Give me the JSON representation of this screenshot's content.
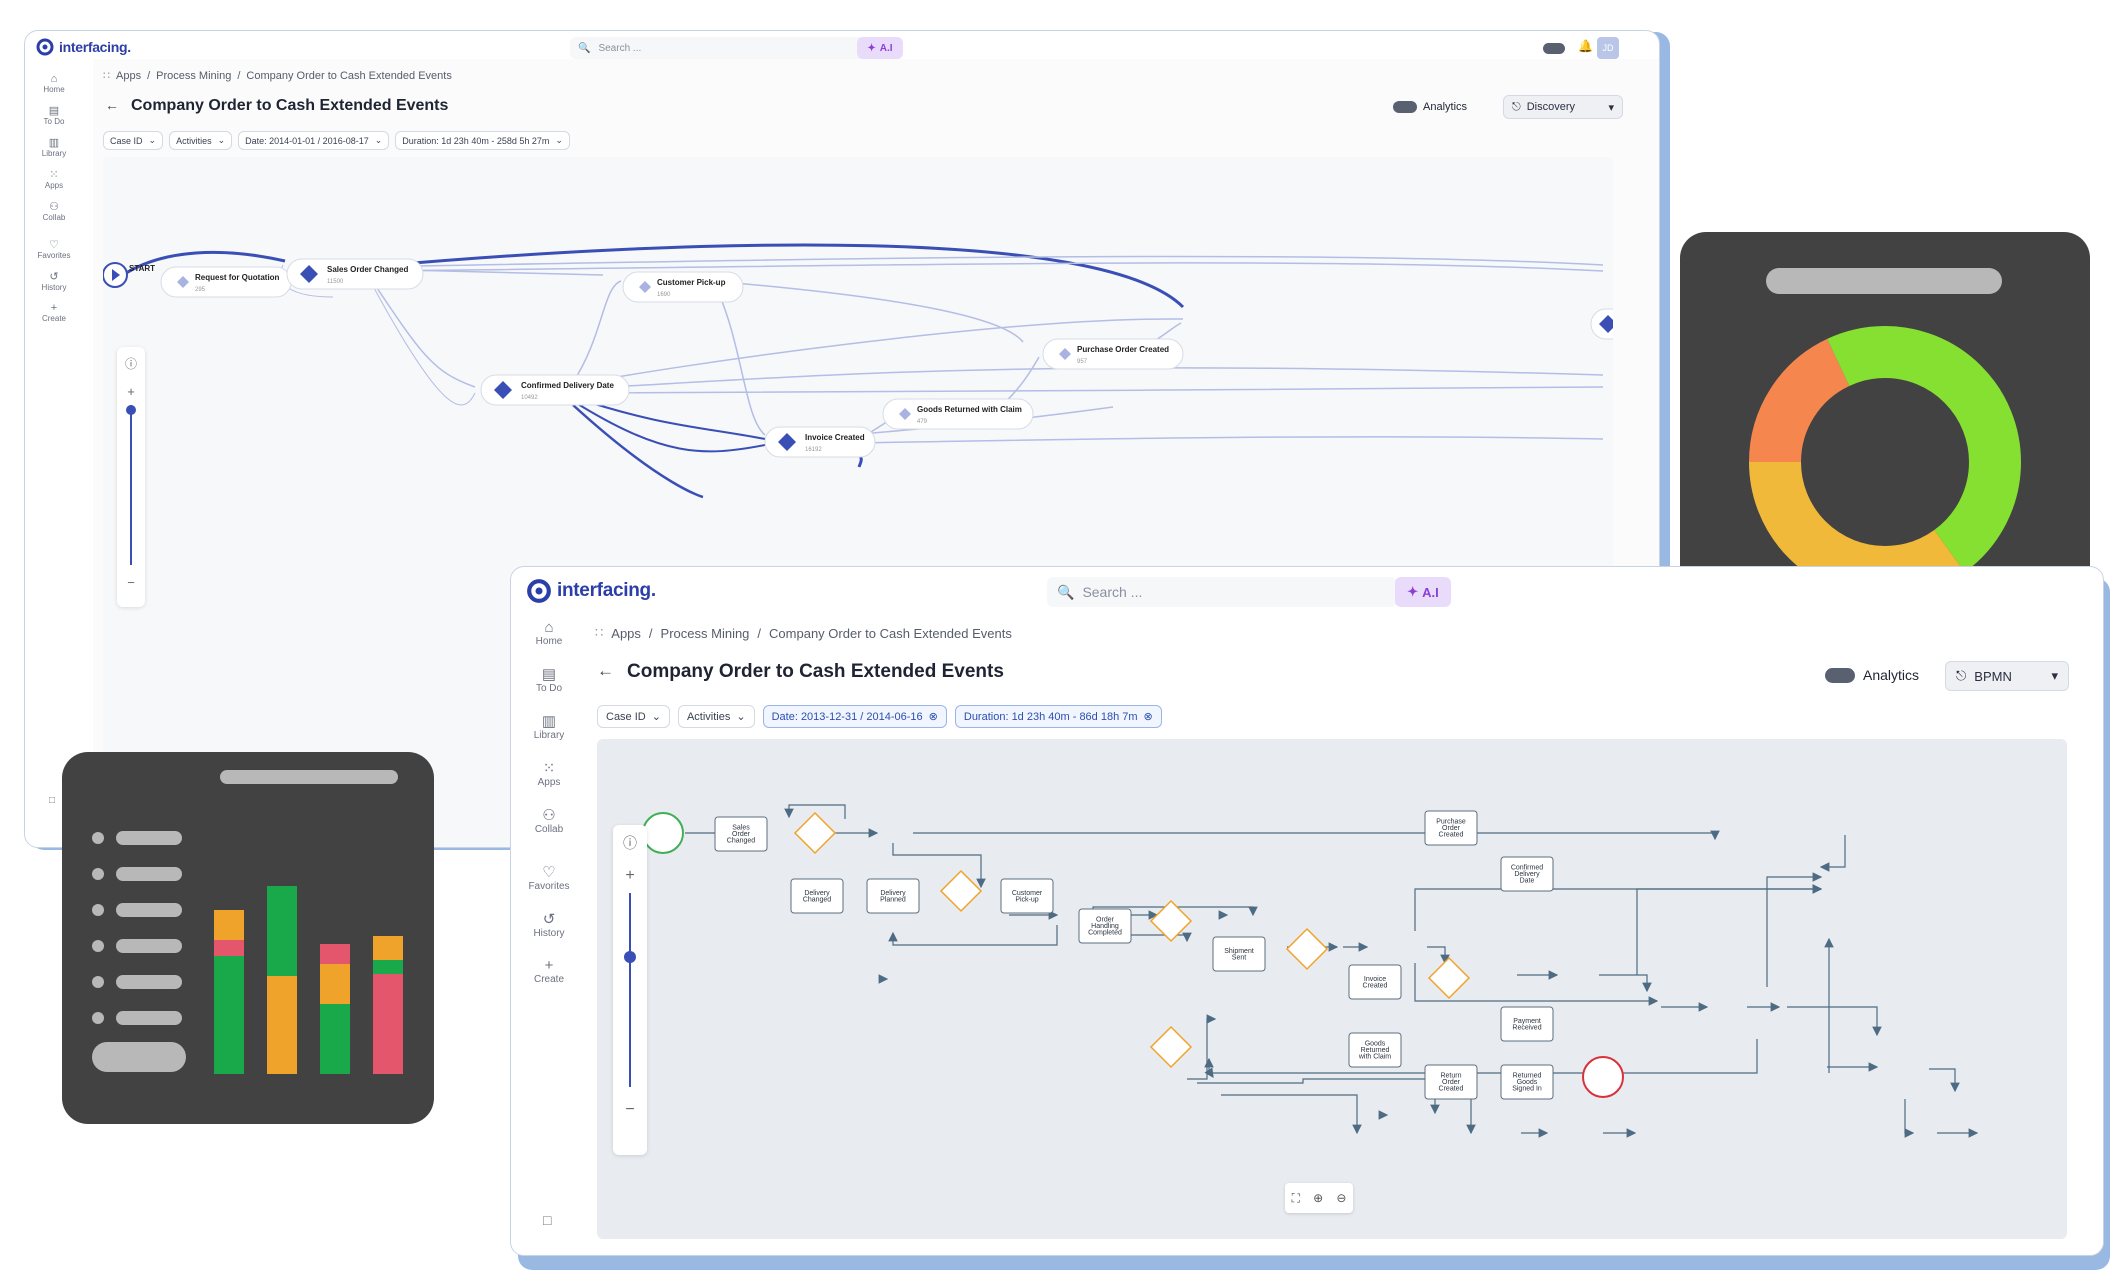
{
  "brand": {
    "name": "interfacing."
  },
  "search": {
    "placeholder": "Search ..."
  },
  "ai": {
    "label": "A.I"
  },
  "user": {
    "initials": "JD"
  },
  "sidebar": {
    "items": [
      {
        "label": "Home",
        "icon": "home-icon"
      },
      {
        "label": "To Do",
        "icon": "todo-icon"
      },
      {
        "label": "Library",
        "icon": "library-icon"
      },
      {
        "label": "Apps",
        "icon": "apps-icon"
      },
      {
        "label": "Collab",
        "icon": "collab-icon"
      },
      {
        "label": "Favorites",
        "icon": "heart-icon"
      },
      {
        "label": "History",
        "icon": "history-icon"
      },
      {
        "label": "Create",
        "icon": "plus-icon"
      }
    ]
  },
  "breadcrumb": [
    "Apps",
    "Process Mining",
    "Company Order to Cash Extended Events"
  ],
  "page": {
    "title": "Company Order to Cash Extended Events"
  },
  "analytics": {
    "label": "Analytics"
  },
  "back": {
    "window1": {
      "view_label": "Discovery"
    },
    "filters": [
      "Case ID",
      "Activities",
      "Date: 2014-01-01 / 2016-08-17",
      "Duration: 1d 23h 40m - 258d 5h 27m"
    ],
    "nodes": [
      {
        "label": "START"
      },
      {
        "label": "Request for Quotation",
        "count": "295"
      },
      {
        "label": "Sales Order Changed",
        "count": "11500"
      },
      {
        "label": "Customer Pick-up",
        "count": "1690"
      },
      {
        "label": "Confirmed Delivery Date",
        "count": "10492"
      },
      {
        "label": "Invoice Created",
        "count": "16192"
      },
      {
        "label": "Goods Returned with Claim",
        "count": "479"
      },
      {
        "label": "Purchase Order Created",
        "count": "957"
      }
    ]
  },
  "front": {
    "view_label": "BPMN",
    "filters": [
      {
        "label": "Case ID",
        "type": "dropdown"
      },
      {
        "label": "Activities",
        "type": "dropdown"
      },
      {
        "label": "Date: 2013-12-31 / 2014-06-16",
        "type": "removable"
      },
      {
        "label": "Duration: 1d 23h 40m - 86d 18h 7m",
        "type": "removable"
      }
    ],
    "tasks": {
      "soc": [
        "Sales",
        "Order",
        "Changed"
      ],
      "poc": [
        "Purchase",
        "Order",
        "Created"
      ],
      "cdd": [
        "Confirmed",
        "Delivery",
        "Date"
      ],
      "dc": [
        "Delivery",
        "Changed"
      ],
      "dp": [
        "Delivery",
        "Planned"
      ],
      "cp": [
        "Customer",
        "Pick-up"
      ],
      "ohc": [
        "Order",
        "Handling",
        "Completed"
      ],
      "ss": [
        "Shipment",
        "Sent"
      ],
      "ic": [
        "Invoice",
        "Created"
      ],
      "pr": [
        "Payment",
        "Received"
      ],
      "grc": [
        "Goods",
        "Returned",
        "with Claim"
      ],
      "roc": [
        "Return",
        "Order",
        "Created"
      ],
      "rgs": [
        "Returned",
        "Goods",
        "Signed In"
      ]
    }
  },
  "widgets": {
    "donut": {
      "segments": [
        {
          "label": "orange",
          "fraction": 0.18,
          "color": "#f5874e"
        },
        {
          "label": "green",
          "fraction": 0.47,
          "color": "#86e032"
        },
        {
          "label": "yellow",
          "fraction": 0.35,
          "color": "#f0b93a"
        }
      ]
    },
    "bars": {
      "columns": [
        [
          {
            "v": 0.59,
            "c": "#19a84a"
          },
          {
            "v": 0.08,
            "c": "#e4566b"
          },
          {
            "v": 0.15,
            "c": "#f0a32b"
          }
        ],
        [
          {
            "v": 0.49,
            "c": "#f0a32b"
          },
          {
            "v": 0.45,
            "c": "#19a84a"
          }
        ],
        [
          {
            "v": 0.35,
            "c": "#19a84a"
          },
          {
            "v": 0.2,
            "c": "#f0a32b"
          },
          {
            "v": 0.1,
            "c": "#e4566b"
          }
        ],
        [
          {
            "v": 0.5,
            "c": "#e4566b"
          },
          {
            "v": 0.07,
            "c": "#19a84a"
          },
          {
            "v": 0.12,
            "c": "#f0a32b"
          }
        ]
      ]
    },
    "colors": {
      "background": "#424242",
      "placeholder": "#b8b8b8"
    }
  },
  "colors": {
    "brand": "#2c3ea8",
    "accent_purple": "#8b3fd6",
    "gateway": "#f0a32b",
    "start": "#3fae55",
    "end": "#d9313b",
    "flow": "#3a4fb5"
  }
}
